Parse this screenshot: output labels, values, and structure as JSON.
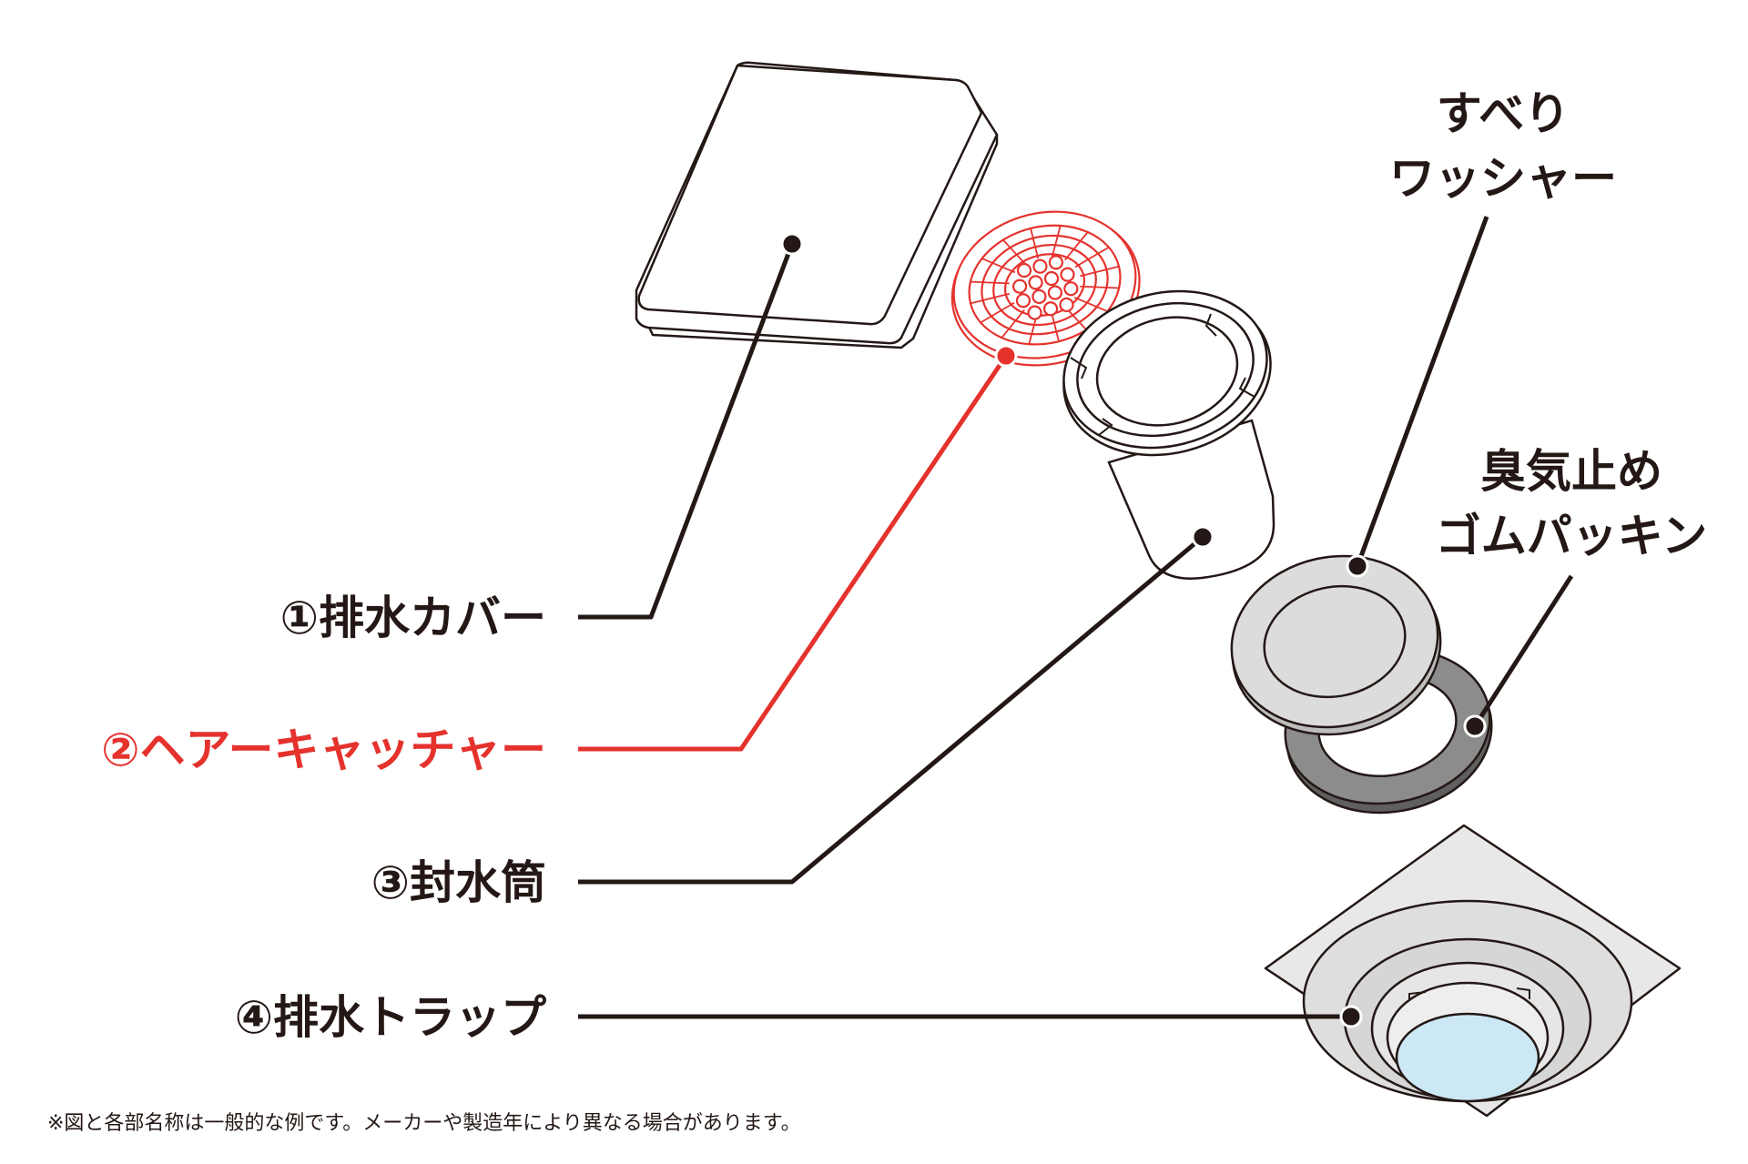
{
  "labels": {
    "drain_cover": "①排水カバー",
    "hair_catcher": "②ヘアーキャッチャー",
    "seal_cylinder": "③封水筒",
    "drain_trap": "④排水トラップ",
    "slip_washer_line1": "すべり",
    "slip_washer_line2": "ワッシャー",
    "gasket_line1": "臭気止め",
    "gasket_line2": "ゴムパッキン"
  },
  "footnote": "※図と各部名称は一般的な例です。メーカーや製造年により異なる場合があります。",
  "colors": {
    "text": "#231815",
    "highlight": "#e5322d",
    "washer": "#dcdcdc",
    "gasket": "#8c8c8c",
    "water": "#cde8f5"
  }
}
